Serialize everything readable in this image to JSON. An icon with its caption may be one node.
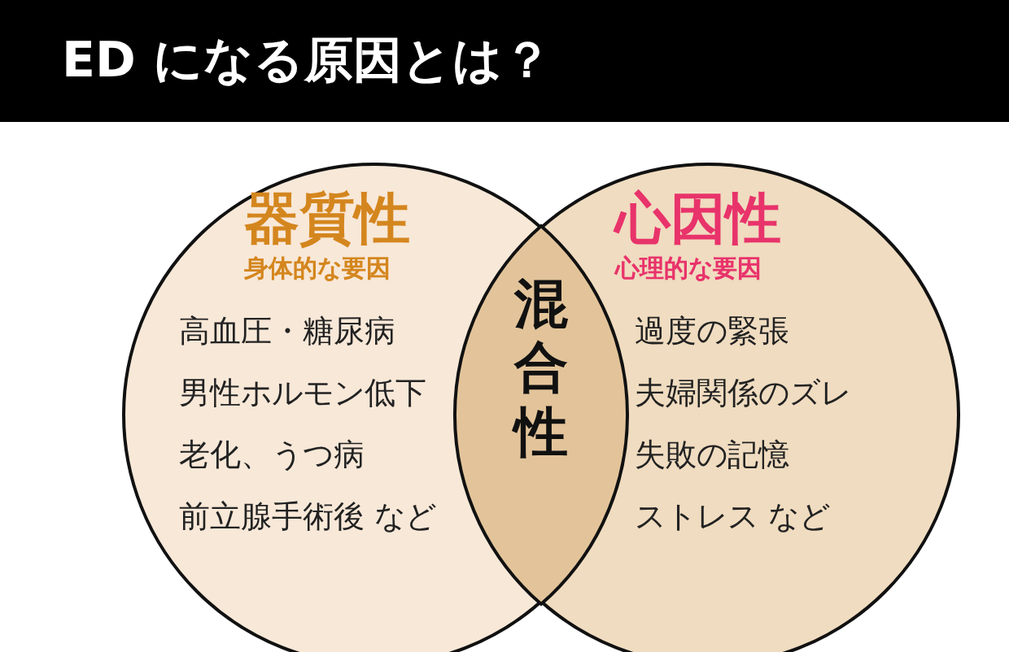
{
  "diagram": {
    "title": "ED になる原因とは？",
    "nodes": [
      {
        "text": [
          "器質性",
          "身体的な要因",
          "高血圧・糖尿病",
          "男性ホルモン低下",
          "老化、うつ病",
          "前立腺手術後 など"
        ]
      },
      {
        "text": [
          "心因性",
          "心理的な要因",
          "過度の緊張",
          "夫婦関係のズレ",
          "失敗の記憶",
          "ストレス など"
        ]
      },
      {
        "text": [
          "混合性"
        ]
      }
    ]
  }
}
